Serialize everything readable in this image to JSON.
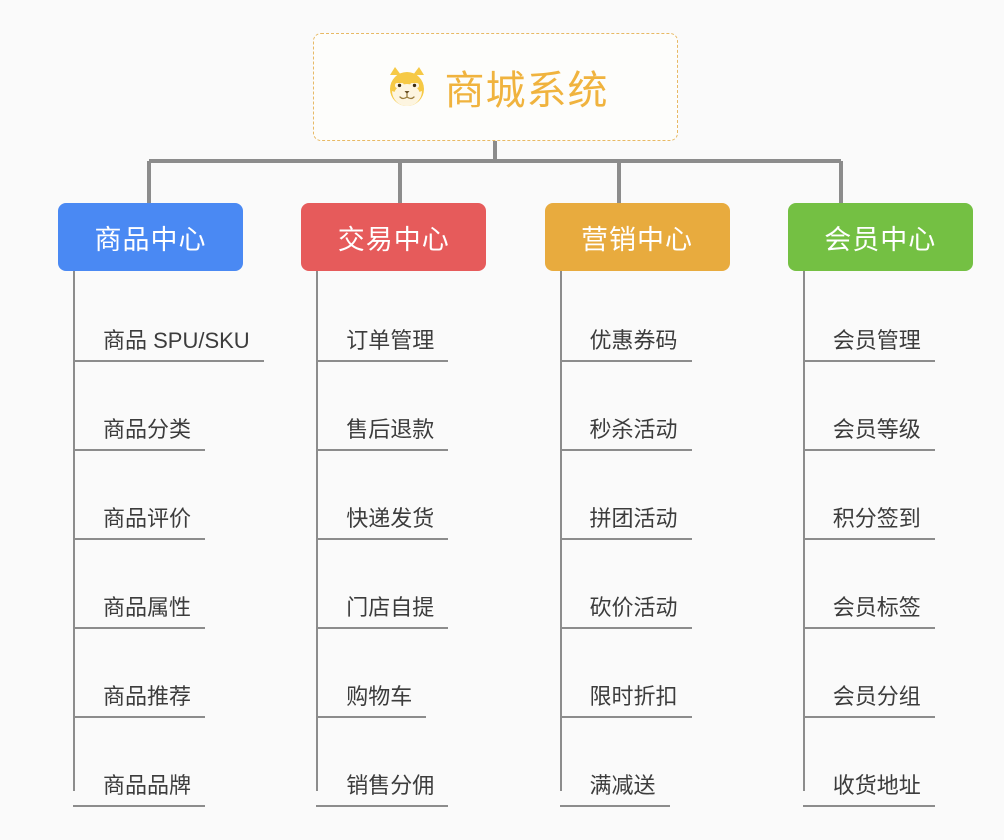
{
  "root": {
    "title": "商城系统",
    "icon": "shiba-dog-icon",
    "border_color": "#e8b964",
    "text_color": "#f0b33e"
  },
  "colors": {
    "background": "#fafafa",
    "connector": "#8c8c8c",
    "leaf_text": "#3c3c3c",
    "blue": "#4a89f3",
    "red": "#e65b5b",
    "orange": "#e8ab3e",
    "green": "#74c043"
  },
  "categories": [
    {
      "label": "商品中心",
      "color": "#4a89f3",
      "color_name": "blue",
      "items": [
        "商品 SPU/SKU",
        "商品分类",
        "商品评价",
        "商品属性",
        "商品推荐",
        "商品品牌"
      ]
    },
    {
      "label": "交易中心",
      "color": "#e65b5b",
      "color_name": "red",
      "items": [
        "订单管理",
        "售后退款",
        "快递发货",
        "门店自提",
        "购物车",
        "销售分佣"
      ]
    },
    {
      "label": "营销中心",
      "color": "#e8ab3e",
      "color_name": "orange",
      "items": [
        "优惠券码",
        "秒杀活动",
        "拼团活动",
        "砍价活动",
        "限时折扣",
        "满减送"
      ]
    },
    {
      "label": "会员中心",
      "color": "#74c043",
      "color_name": "green",
      "items": [
        "会员管理",
        "会员等级",
        "积分签到",
        "会员标签",
        "会员分组",
        "收货地址"
      ]
    }
  ]
}
